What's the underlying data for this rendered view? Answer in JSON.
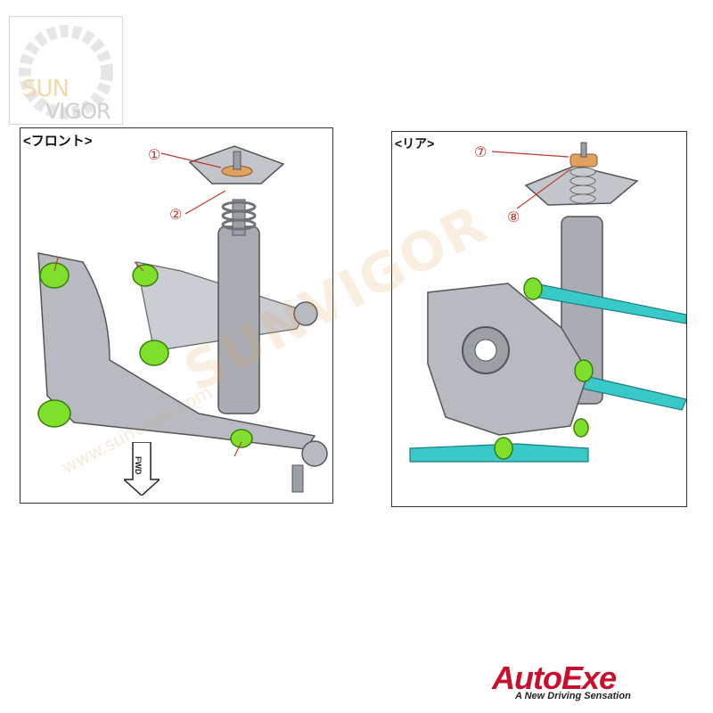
{
  "logo": {
    "sun": "SUN",
    "vigor": "VIGOR",
    "icon": "sunvigor-ring-logo"
  },
  "front": {
    "title": "<フロント>",
    "callout_1": "①",
    "callout_2": "②",
    "fwd_label": "FWD"
  },
  "rear": {
    "title": "<リア>",
    "callout_7": "⑦",
    "callout_8": "⑧"
  },
  "watermark": {
    "text": "SUNVIGOR",
    "url": "www.sunvigor.com"
  },
  "brand": {
    "name": "AutoExe",
    "tagline": "A New Driving Sensation"
  },
  "colors": {
    "bushing": "#7ee02a",
    "link": "#39c9c9",
    "metal": "#a9adb3",
    "accent": "#c8102e",
    "callout": "#c0392b",
    "upper_mount": "#e0a060"
  }
}
